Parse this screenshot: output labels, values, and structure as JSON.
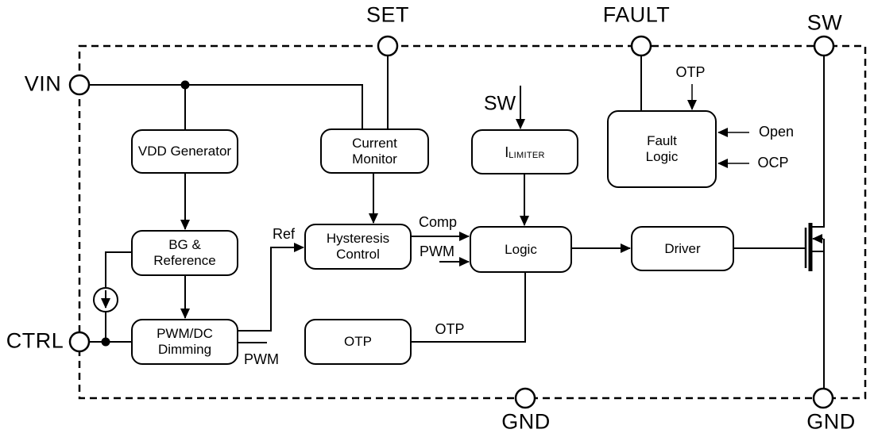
{
  "diagram": {
    "pins": {
      "vin": "VIN",
      "set": "SET",
      "fault": "FAULT",
      "sw": "SW",
      "ctrl": "CTRL",
      "gnd_center": "GND",
      "gnd_right": "GND"
    },
    "blocks": {
      "vdd_generator": "VDD Generator",
      "current_monitor_line1": "Current",
      "current_monitor_line2": "Monitor",
      "ilimiter_main": "I",
      "ilimiter_sub": "LIMITER",
      "fault_logic_line1": "Fault",
      "fault_logic_line2": "Logic",
      "bg_reference_line1": "BG &",
      "bg_reference_line2": "Reference",
      "hysteresis_line1": "Hysteresis",
      "hysteresis_line2": "Control",
      "logic": "Logic",
      "driver": "Driver",
      "pwm_dimming_line1": "PWM/DC",
      "pwm_dimming_line2": "Dimming",
      "otp": "OTP"
    },
    "signals": {
      "sw_internal": "SW",
      "ref": "Ref",
      "comp": "Comp",
      "pwm_into_logic": "PWM",
      "pwm_out": "PWM",
      "otp_wire": "OTP",
      "otp_into_fault": "OTP",
      "open": "Open",
      "ocp": "OCP"
    },
    "colors": {
      "line": "#000000",
      "background": "#ffffff"
    }
  }
}
